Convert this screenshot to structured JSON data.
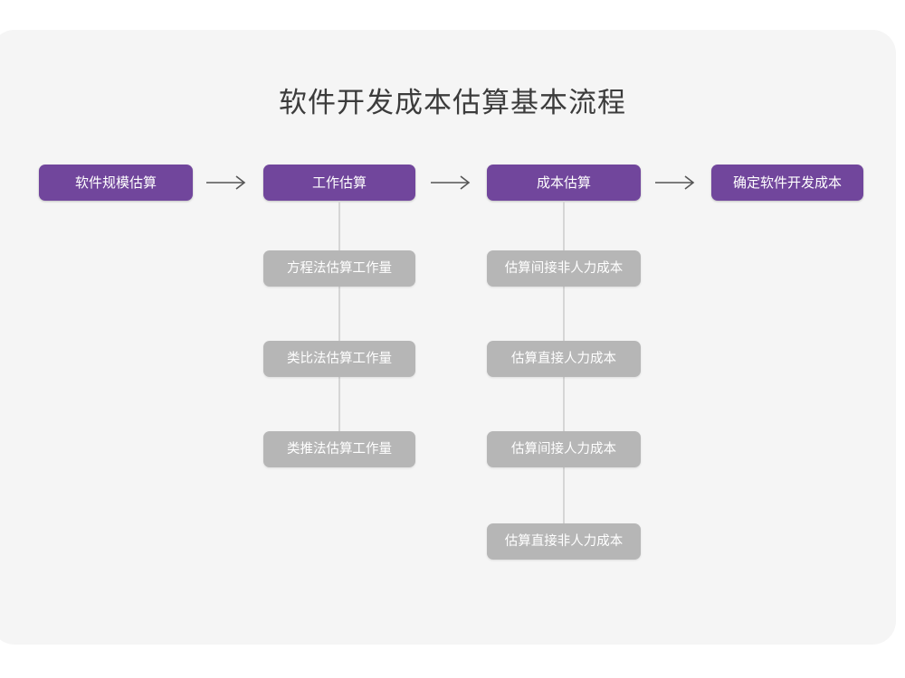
{
  "card": {
    "background_color": "#f5f5f5"
  },
  "title": "软件开发成本估算基本流程",
  "colors": {
    "primary": "#71469c",
    "secondary": "#b6b6b6",
    "title_text": "#3c3c3c",
    "connector": "#d6d6d6",
    "arrow": "#555555",
    "page_background": "#ffffff"
  },
  "flow": {
    "stages": [
      {
        "id": "stage-1",
        "label": "软件规模估算",
        "substeps": []
      },
      {
        "id": "stage-2",
        "label": "工作估算",
        "substeps": [
          "方程法估算工作量",
          "类比法估算工作量",
          "类推法估算工作量"
        ]
      },
      {
        "id": "stage-3",
        "label": "成本估算",
        "substeps": [
          "估算间接非人力成本",
          "估算直接人力成本",
          "估算间接人力成本",
          "估算直接非人力成本"
        ]
      },
      {
        "id": "stage-4",
        "label": "确定软件开发成本",
        "substeps": []
      }
    ],
    "connectors": [
      {
        "id": "arrow-1",
        "icon": "arrow-right-icon",
        "glyph": "⟶"
      },
      {
        "id": "arrow-2",
        "icon": "arrow-right-icon",
        "glyph": "⟶"
      },
      {
        "id": "arrow-3",
        "icon": "arrow-right-icon",
        "glyph": "⟶"
      }
    ]
  }
}
